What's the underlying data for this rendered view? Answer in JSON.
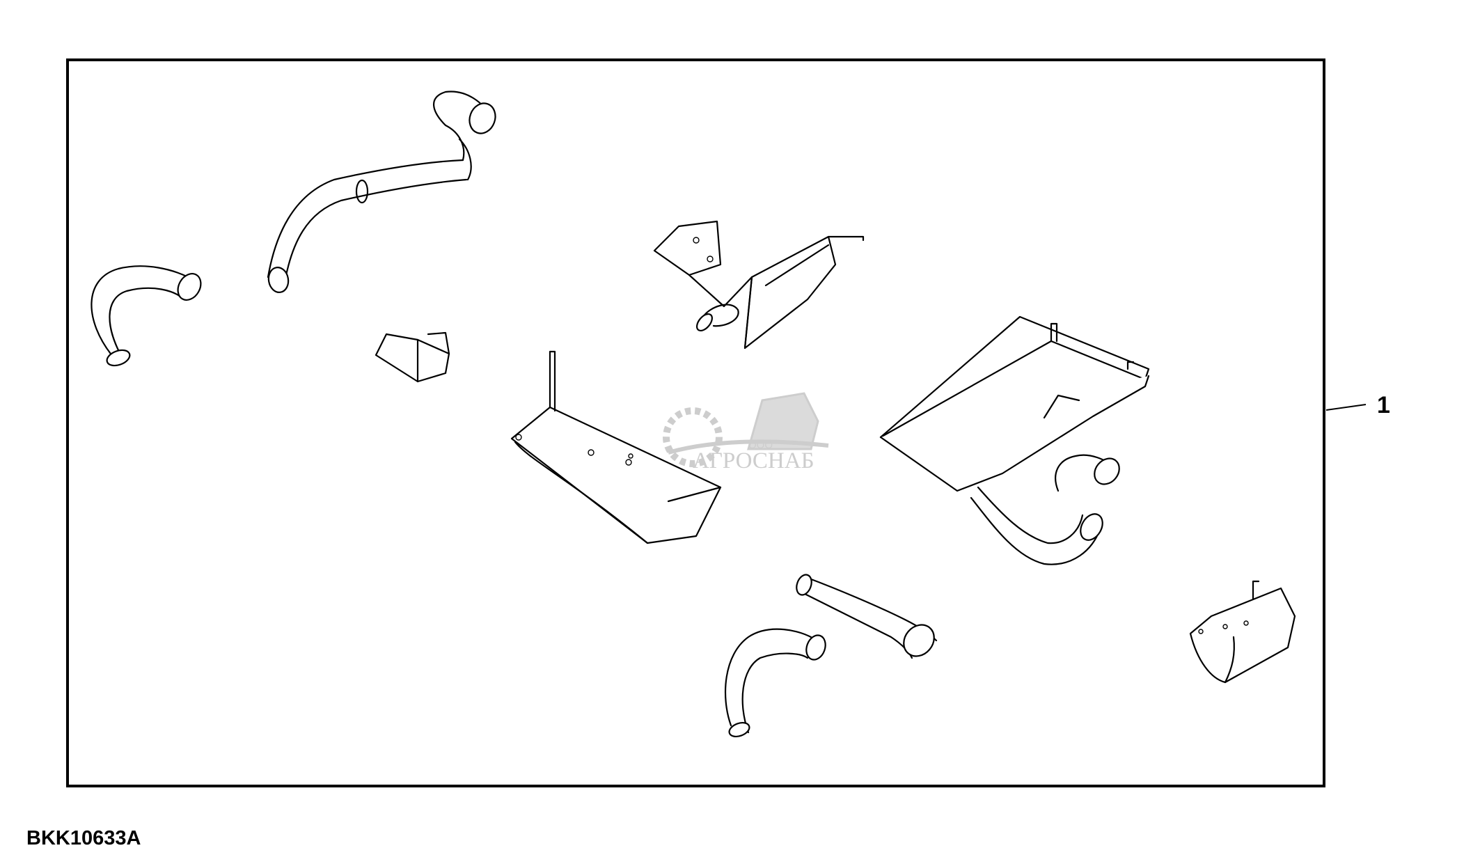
{
  "callout": {
    "label": "1"
  },
  "figure_code": "BKK10633A",
  "watermark": {
    "prefix": "ООО",
    "name": "АГРОСНАБ"
  },
  "colors": {
    "line": "#000000",
    "background": "#ffffff",
    "watermark": "#c8c8c8"
  }
}
